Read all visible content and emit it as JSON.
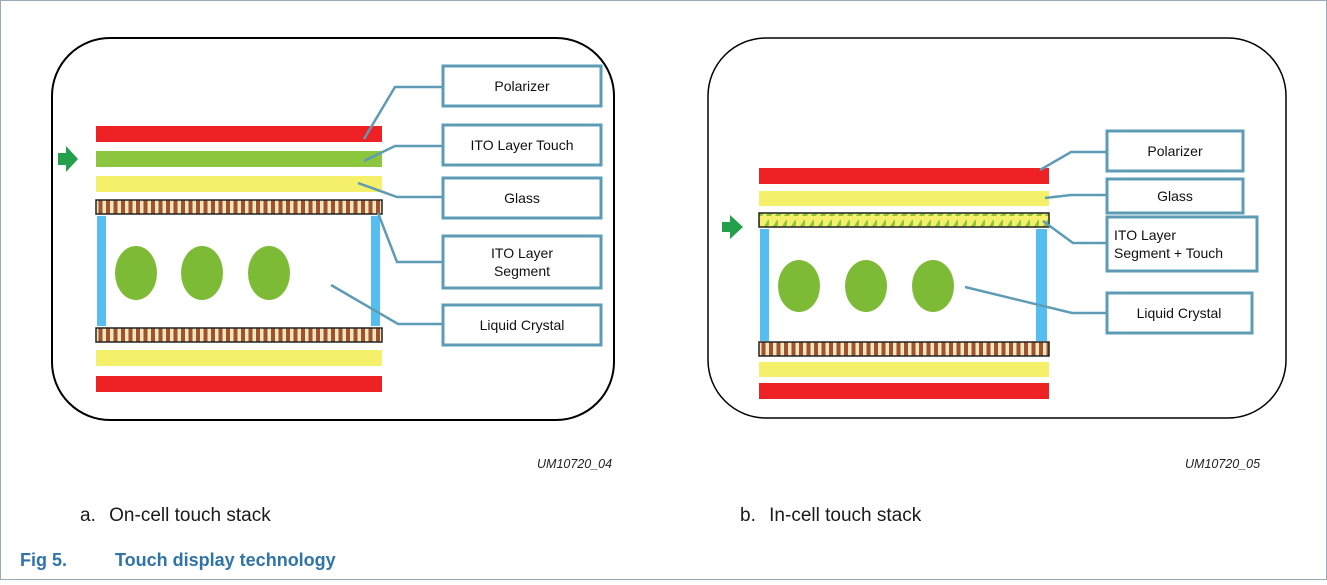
{
  "figure": {
    "number": "Fig 5.",
    "title": "Touch display technology",
    "colors": {
      "polarizer": "#ee2224",
      "ito_touch": "#8cc63f",
      "glass": "#f5f06a",
      "spacer": "#56bdf0",
      "crystal": "#7dbb37",
      "callout_border": "#5e9bb5",
      "ito_segment": "#a0522d",
      "title": "#2f73a8"
    }
  },
  "panel_a": {
    "caption_letter": "a.",
    "caption": "On-cell touch stack",
    "image_id": "UM10720_04",
    "labels": {
      "polarizer": "Polarizer",
      "ito_touch": "ITO Layer Touch",
      "glass": "Glass",
      "ito_segment_line1": "ITO Layer",
      "ito_segment_line2": "Segment",
      "liquid_crystal": "Liquid Crystal"
    },
    "icons": {
      "touch_arrow": "arrow-right-icon"
    }
  },
  "panel_b": {
    "caption_letter": "b.",
    "caption": "In-cell touch stack",
    "image_id": "UM10720_05",
    "labels": {
      "polarizer": "Polarizer",
      "glass": "Glass",
      "ito_combined_line1": "ITO Layer",
      "ito_combined_line2": "Segment + Touch",
      "liquid_crystal": "Liquid Crystal"
    },
    "icons": {
      "touch_arrow": "arrow-right-icon"
    }
  }
}
